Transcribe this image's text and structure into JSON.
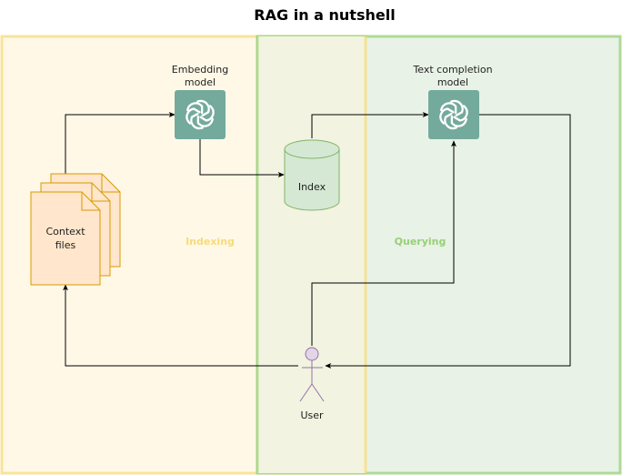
{
  "title": "RAG in a nutshell",
  "regions": {
    "indexing": {
      "label": "Indexing",
      "color": "#f5dc7b",
      "fill": "#fff8e7"
    },
    "querying": {
      "label": "Querying",
      "color": "#97d077",
      "fill": "#e9f2e6"
    },
    "overlap_fill": "#f2f3e0"
  },
  "nodes": {
    "context_files": {
      "label_line1": "Context",
      "label_line2": "files",
      "icon": "document-stack-icon",
      "fill": "#ffe6cc",
      "stroke": "#d79b00"
    },
    "embedding_model": {
      "label_line1": "Embedding",
      "label_line2": "model",
      "icon": "openai-logo-icon",
      "fill": "#74aa9c"
    },
    "index": {
      "label": "Index",
      "icon": "database-cylinder-icon",
      "fill": "#d5e8d4",
      "stroke": "#82b366"
    },
    "text_completion_model": {
      "label_line1": "Text completion",
      "label_line2": "model",
      "icon": "openai-logo-icon",
      "fill": "#74aa9c"
    },
    "user": {
      "label": "User",
      "icon": "person-stick-figure-icon",
      "fill": "#e1d5e7",
      "stroke": "#9673a6"
    }
  }
}
